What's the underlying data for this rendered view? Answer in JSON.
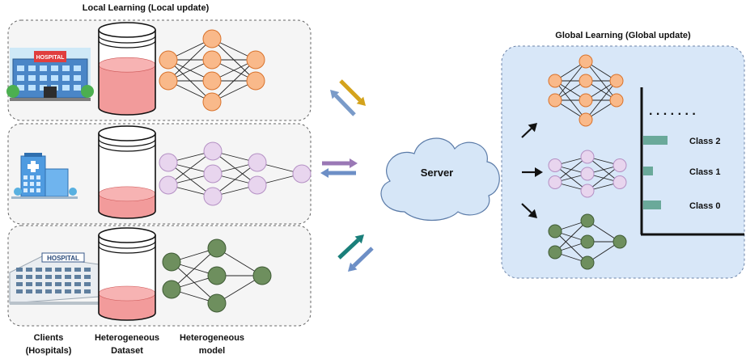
{
  "titles": {
    "local": "Local Learning (Local update)",
    "global": "Global Learning (Global update)"
  },
  "server": {
    "label": "Server"
  },
  "hospital_sign": "HOSPITAL",
  "columns": {
    "clients": [
      "Clients",
      "(Hospitals)"
    ],
    "dataset": [
      "Heterogeneous",
      "Dataset"
    ],
    "model": [
      "Heterogeneous",
      "model"
    ]
  },
  "clients": [
    {
      "fill": 0.55,
      "model_color": "#f9b98a",
      "model_stroke": "#d9722b",
      "layers": [
        2,
        4,
        2
      ]
    },
    {
      "fill": 0.22,
      "model_color": "#e8d5ee",
      "model_stroke": "#b490c4",
      "layers": [
        2,
        3,
        2,
        1
      ]
    },
    {
      "fill": 0.25,
      "model_color": "#6e8f5e",
      "model_stroke": "#3e5a34",
      "layers": [
        2,
        3,
        1
      ]
    }
  ],
  "arrows": [
    {
      "up_color": "#7a9bc9",
      "down_color": "#d4a31c"
    },
    {
      "up_color": "#9a78b5",
      "down_color": "#6d8fc6"
    },
    {
      "up_color": "#1a7f7a",
      "down_color": "#6d8fc6"
    }
  ],
  "classes": {
    "dots": ". . . . . . .",
    "bar_color": "#6aa99a",
    "items": [
      {
        "label": "Class 2",
        "value": 0.75
      },
      {
        "label": "Class 1",
        "value": 0.3
      },
      {
        "label": "Class 0",
        "value": 0.55
      }
    ]
  },
  "colors": {
    "panel_fill": "#f5f5f5",
    "panel_stroke": "#666666",
    "global_fill": "#d8e7f8",
    "global_stroke": "#6b83a8",
    "cloud_fill": "#d6e6f7",
    "cloud_stroke": "#5b7ba8",
    "liquid": "#f29b9b"
  }
}
